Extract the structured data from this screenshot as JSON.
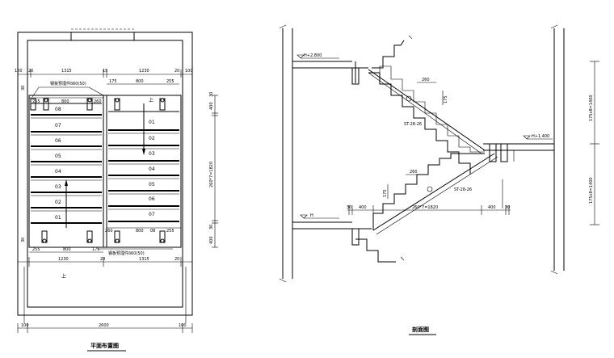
{
  "plan": {
    "title": "平面布置图",
    "dims_top": [
      "100",
      "20",
      "1315",
      "15",
      "1230",
      "20",
      "100"
    ],
    "dims_top2": [
      "175",
      "800",
      "255"
    ],
    "dims_upper_row": [
      "255",
      "800",
      "260"
    ],
    "landing_note_top": "钢板预埋件δ60(50)",
    "landing_note_bottom": "钢板预埋件δ60(50)",
    "left_steps": [
      "08",
      "07",
      "06",
      "05",
      "04",
      "03",
      "02",
      "01"
    ],
    "right_steps": [
      "01",
      "02",
      "03",
      "04",
      "05",
      "06",
      "07"
    ],
    "right_bottom_step": "08",
    "up_label_top": "上",
    "up_label_bottom": "上",
    "dims_right": [
      "400",
      "30",
      "260*7=1820",
      "30",
      "400"
    ],
    "dims_lower_row": [
      "260",
      "800",
      "08",
      "255"
    ],
    "dims_bottom2": [
      "255",
      "800",
      "175"
    ],
    "dims_bottom": [
      "1230",
      "20",
      "1315",
      "20"
    ],
    "dims_base": [
      "100",
      "2600",
      "100"
    ],
    "left_marks": [
      "30",
      "30"
    ]
  },
  "section": {
    "title": "剖面图",
    "elev_top": "H+2.800",
    "elev_mid": "H+1.400",
    "elev_bottom": "H",
    "tread_top": "260",
    "riser_top": "175",
    "member_top": "ST-28-26",
    "tread_bottom": "260",
    "riser_bottom": "175",
    "member_bottom": "ST-28-26",
    "dim_bottom": [
      "30",
      "400",
      "260*7=1820",
      "400",
      "30"
    ],
    "dim_right_upper": "175x8=1400",
    "dim_right_lower": "175x8=1400"
  }
}
